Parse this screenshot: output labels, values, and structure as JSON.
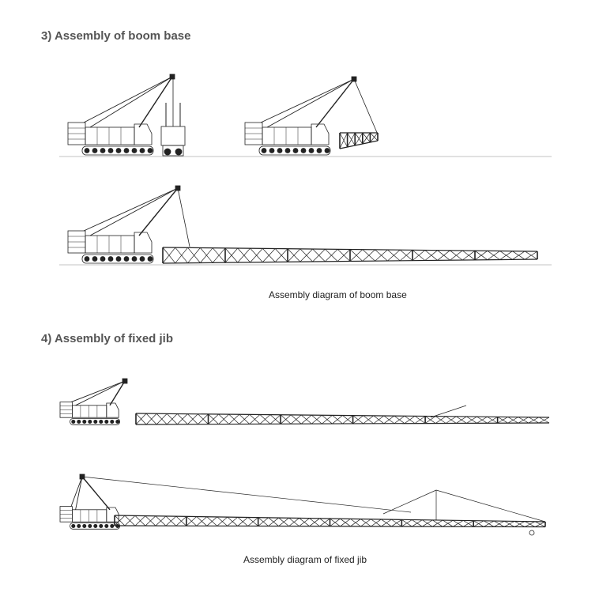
{
  "sections": [
    {
      "heading": "3) Assembly of boom base",
      "caption": "Assembly diagram of boom base"
    },
    {
      "heading": "4) Assembly of fixed jib",
      "caption": "Assembly diagram of fixed jib"
    }
  ]
}
